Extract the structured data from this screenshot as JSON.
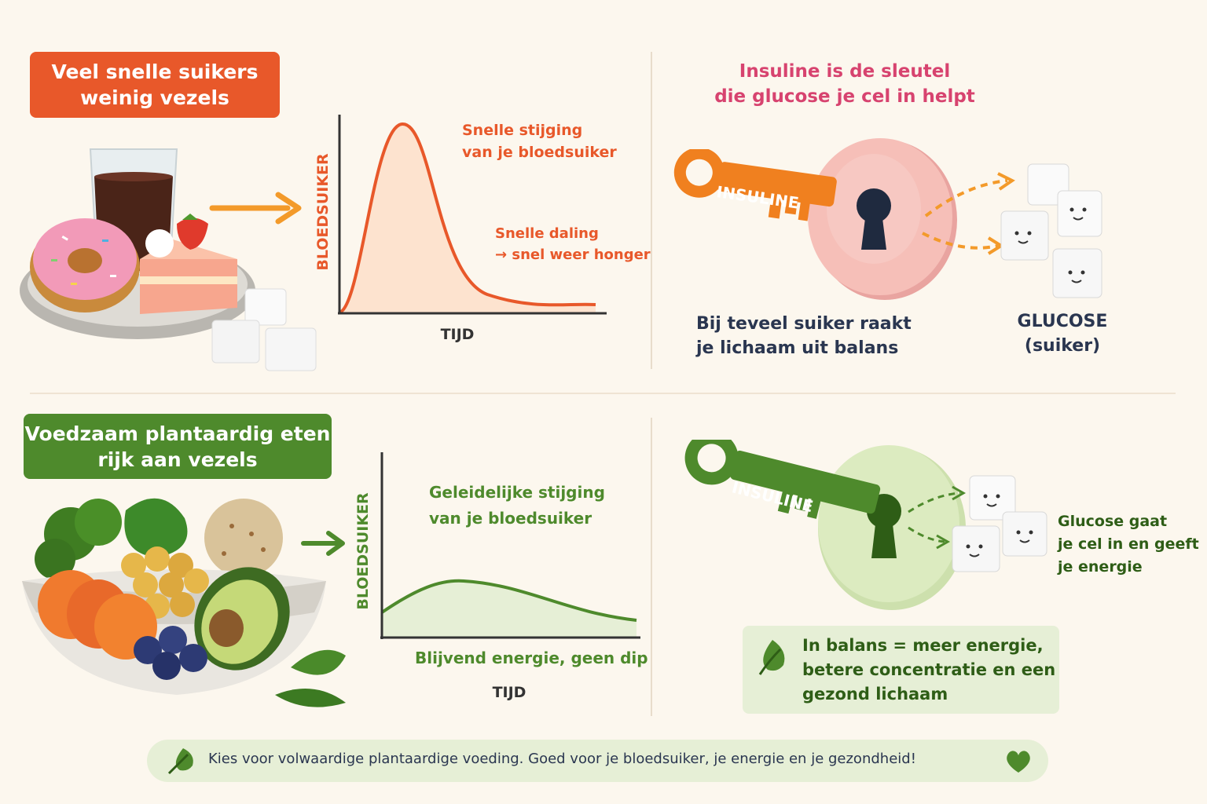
{
  "top_left": {
    "badge_line1": "Veel snelle suikers",
    "badge_line2": "weinig vezels",
    "chart_ylabel": "BLOEDSUIKER",
    "chart_xlabel": "TIJD",
    "rise_line1": "Snelle stijging",
    "rise_line2": "van je bloedsuiker",
    "fall_line1": "Snelle daling",
    "fall_line2": "→ snel weer honger"
  },
  "top_right": {
    "title_line1": "Insuline is de sleutel",
    "title_line2": "die glucose je cel in helpt",
    "key_label": "INSULINE",
    "note_line1": "Bij teveel suiker raakt",
    "note_line2": "je lichaam uit balans",
    "glucose_line1": "GLUCOSE",
    "glucose_line2": "(suiker)"
  },
  "bottom_left": {
    "badge_line1": "Voedzaam plantaardig eten",
    "badge_line2": "rijk aan vezels",
    "chart_ylabel": "BLOEDSUIKER",
    "chart_xlabel": "TIJD",
    "rise_line1": "Geleidelijke stijging",
    "rise_line2": "van je bloedsuiker",
    "steady_text": "Blijvend energie, geen dip"
  },
  "bottom_right": {
    "key_label": "INSULINE",
    "glucose_line1": "Glucose gaat",
    "glucose_line2": "je cel in en geeft",
    "glucose_line3": "je energie",
    "balance_line1": "In balans = meer energie,",
    "balance_line2": "betere concentratie en een",
    "balance_line3": "gezond lichaam"
  },
  "footer": {
    "text": "Kies voor volwaardige plantaardige voeding. Goed voor je bloedsuiker, je energie en je gezondheid!"
  },
  "icons": [
    "leaf-icon",
    "heart-icon",
    "key-icon",
    "keyhole-icon",
    "sugar-cube-icon",
    "arrow-icon"
  ],
  "colors": {
    "orange": "#e8582a",
    "pink": "#d7436f",
    "green": "#4e8a2c",
    "navy": "#2a3650",
    "cream": "#fcf7ee"
  }
}
